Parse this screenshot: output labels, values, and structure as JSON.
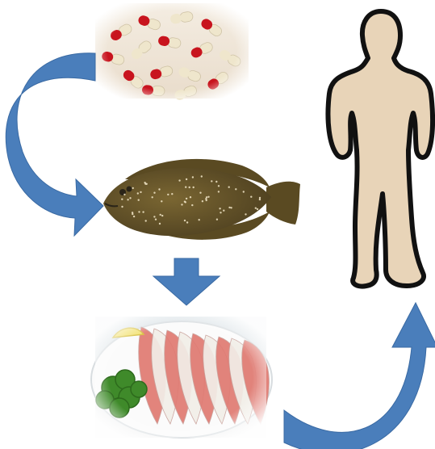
{
  "diagram": {
    "nodes": [
      {
        "id": "capsules",
        "icon": "capsules-icon"
      },
      {
        "id": "flounder",
        "icon": "flounder-fish-icon"
      },
      {
        "id": "sashimi",
        "icon": "sashimi-plate-icon"
      },
      {
        "id": "person",
        "icon": "human-silhouette-icon"
      }
    ],
    "edges": [
      {
        "from": "capsules",
        "to": "flounder",
        "icon": "curved-arrow-icon"
      },
      {
        "from": "flounder",
        "to": "sashimi",
        "icon": "down-arrow-icon"
      },
      {
        "from": "sashimi",
        "to": "person",
        "icon": "curved-arrow-icon"
      }
    ]
  },
  "colors": {
    "arrow": "#4a7ebb",
    "arrow_dark": "#3a6aa3",
    "silhouette_fill": "#e8d4b8",
    "silhouette_outline": "#111111",
    "fish_body": "#6b5a2c",
    "fish_spots": "#f2e6c8",
    "capsule_red": "#c8141e",
    "capsule_cream": "#efe6cc",
    "sashimi_white": "#f2eee8",
    "sashimi_red": "#e07a72",
    "parsley": "#3f8a2a",
    "lemon": "#f3e37a"
  }
}
